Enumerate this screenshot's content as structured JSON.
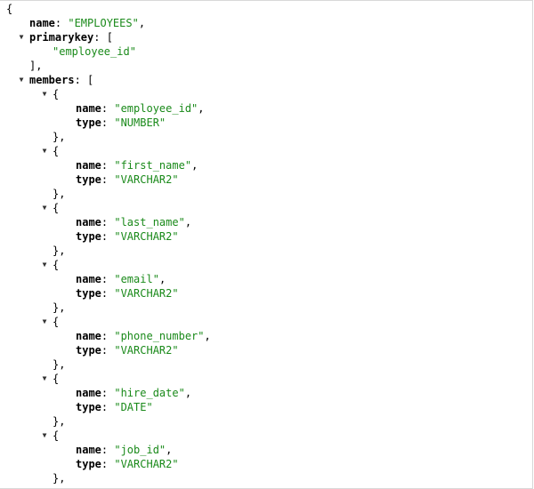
{
  "json_view": {
    "root": {
      "name": "EMPLOYEES",
      "primarykey": [
        "employee_id"
      ],
      "members": [
        {
          "name": "employee_id",
          "type": "NUMBER"
        },
        {
          "name": "first_name",
          "type": "VARCHAR2"
        },
        {
          "name": "last_name",
          "type": "VARCHAR2"
        },
        {
          "name": "email",
          "type": "VARCHAR2"
        },
        {
          "name": "phone_number",
          "type": "VARCHAR2"
        },
        {
          "name": "hire_date",
          "type": "DATE"
        },
        {
          "name": "job_id",
          "type": "VARCHAR2"
        }
      ]
    },
    "toggle_icon": "▼",
    "colors": {
      "string": "#1a8a1a",
      "key": "#000000",
      "background": "#ffffff"
    }
  }
}
